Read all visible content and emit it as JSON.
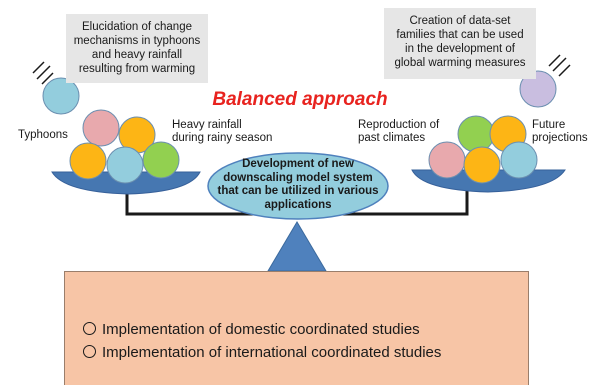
{
  "top_notes": {
    "left": [
      "Elucidation of change",
      "mechanisms in typhoons",
      "and heavy rainfall",
      "resulting from warming"
    ],
    "right": [
      "Creation of data-set",
      "families that can be used",
      "in the development of",
      "global warming measures"
    ]
  },
  "center_title": "Balanced approach",
  "left_pan": {
    "label_left": "Typhoons",
    "label_right": [
      "Heavy rainfall",
      "during rainy season"
    ]
  },
  "right_pan": {
    "label_left": [
      "Reproduction of",
      "past climates"
    ],
    "label_right": [
      "Future",
      "projections"
    ]
  },
  "center_ellipse": [
    "Development of new",
    "downscaling model system",
    "that can be utilized in various",
    "applications"
  ],
  "bottom_items": [
    "Implementation of domestic coordinated studies",
    "Implementation of international coordinated studies"
  ],
  "colors": {
    "pink": "#e8a9ad",
    "orange": "#fdb515",
    "light_blue": "#93cddd",
    "green": "#92d050",
    "lavender": "#c9bee0",
    "pan_fill": "#4677b1",
    "ellipse_fill": "#93cddd",
    "triangle_fill": "#4f81bd",
    "bottom_fill": "#f7c5a6",
    "title_red": "#e8231f"
  }
}
